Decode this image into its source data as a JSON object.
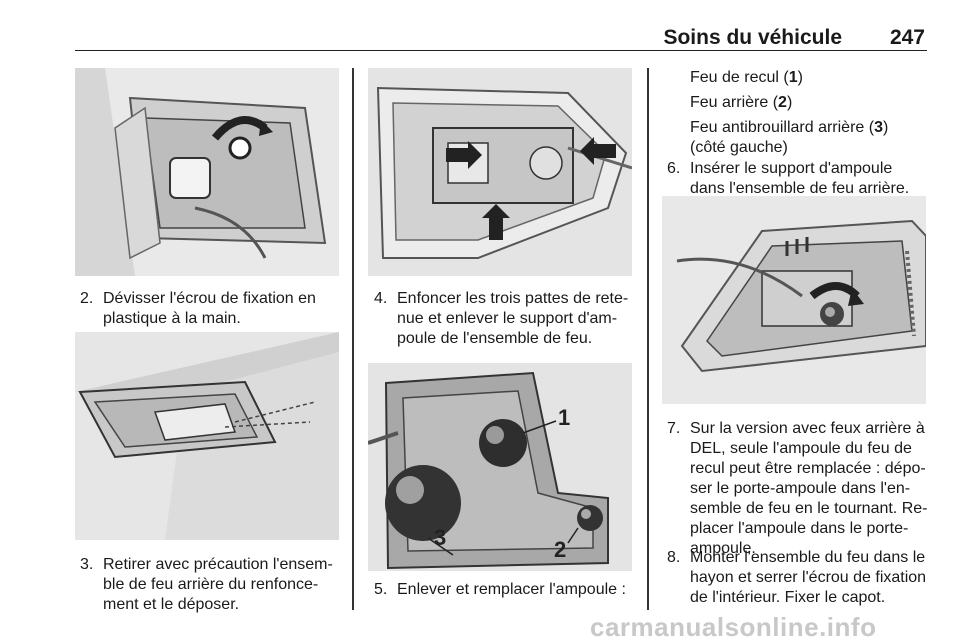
{
  "header": {
    "title": "Soins du véhicule",
    "page_number": "247"
  },
  "steps": {
    "s2": {
      "num": "2.",
      "text": "Dévisser l'écrou de fixation en plastique à la main."
    },
    "s3": {
      "num": "3.",
      "text": "Retirer avec précaution l'ensem-ble de feu arrière du renfonce-ment et le déposer."
    },
    "s4": {
      "num": "4.",
      "text": "Enfoncer les trois pattes de rete-nue et enlever le support d'am-poule de l'ensemble de feu."
    },
    "s5": {
      "num": "5.",
      "text": "Enlever et remplacer l'ampoule :"
    },
    "s6": {
      "num": "6.",
      "text": "Insérer le support d'ampoule dans l'ensemble de feu arrière."
    },
    "s7": {
      "num": "7.",
      "text": "Sur la version avec feux arrière à DEL, seule l'ampoule du feu de recul peut être remplacée : dépo-ser le porte-ampoule dans l'en-semble de feu en le tournant. Re-placer l'ampoule dans le porte-ampoule."
    },
    "s8": {
      "num": "8.",
      "text": "Monter l'ensemble du feu dans le hayon et serrer l'écrou de fixation de l'intérieur. Fixer le capot."
    }
  },
  "bulbs": {
    "b1": {
      "label": "Feu de recul (",
      "num": "1",
      "close": ")"
    },
    "b2": {
      "label": "Feu arrière (",
      "num": "2",
      "close": ")"
    },
    "b3": {
      "label": "Feu antibrouillard arrière (",
      "num": "3",
      "close": ") (côté gauche)"
    }
  },
  "callouts": {
    "c1": "1",
    "c2": "2",
    "c3": "3"
  },
  "watermark": "carmanualsonline.info"
}
